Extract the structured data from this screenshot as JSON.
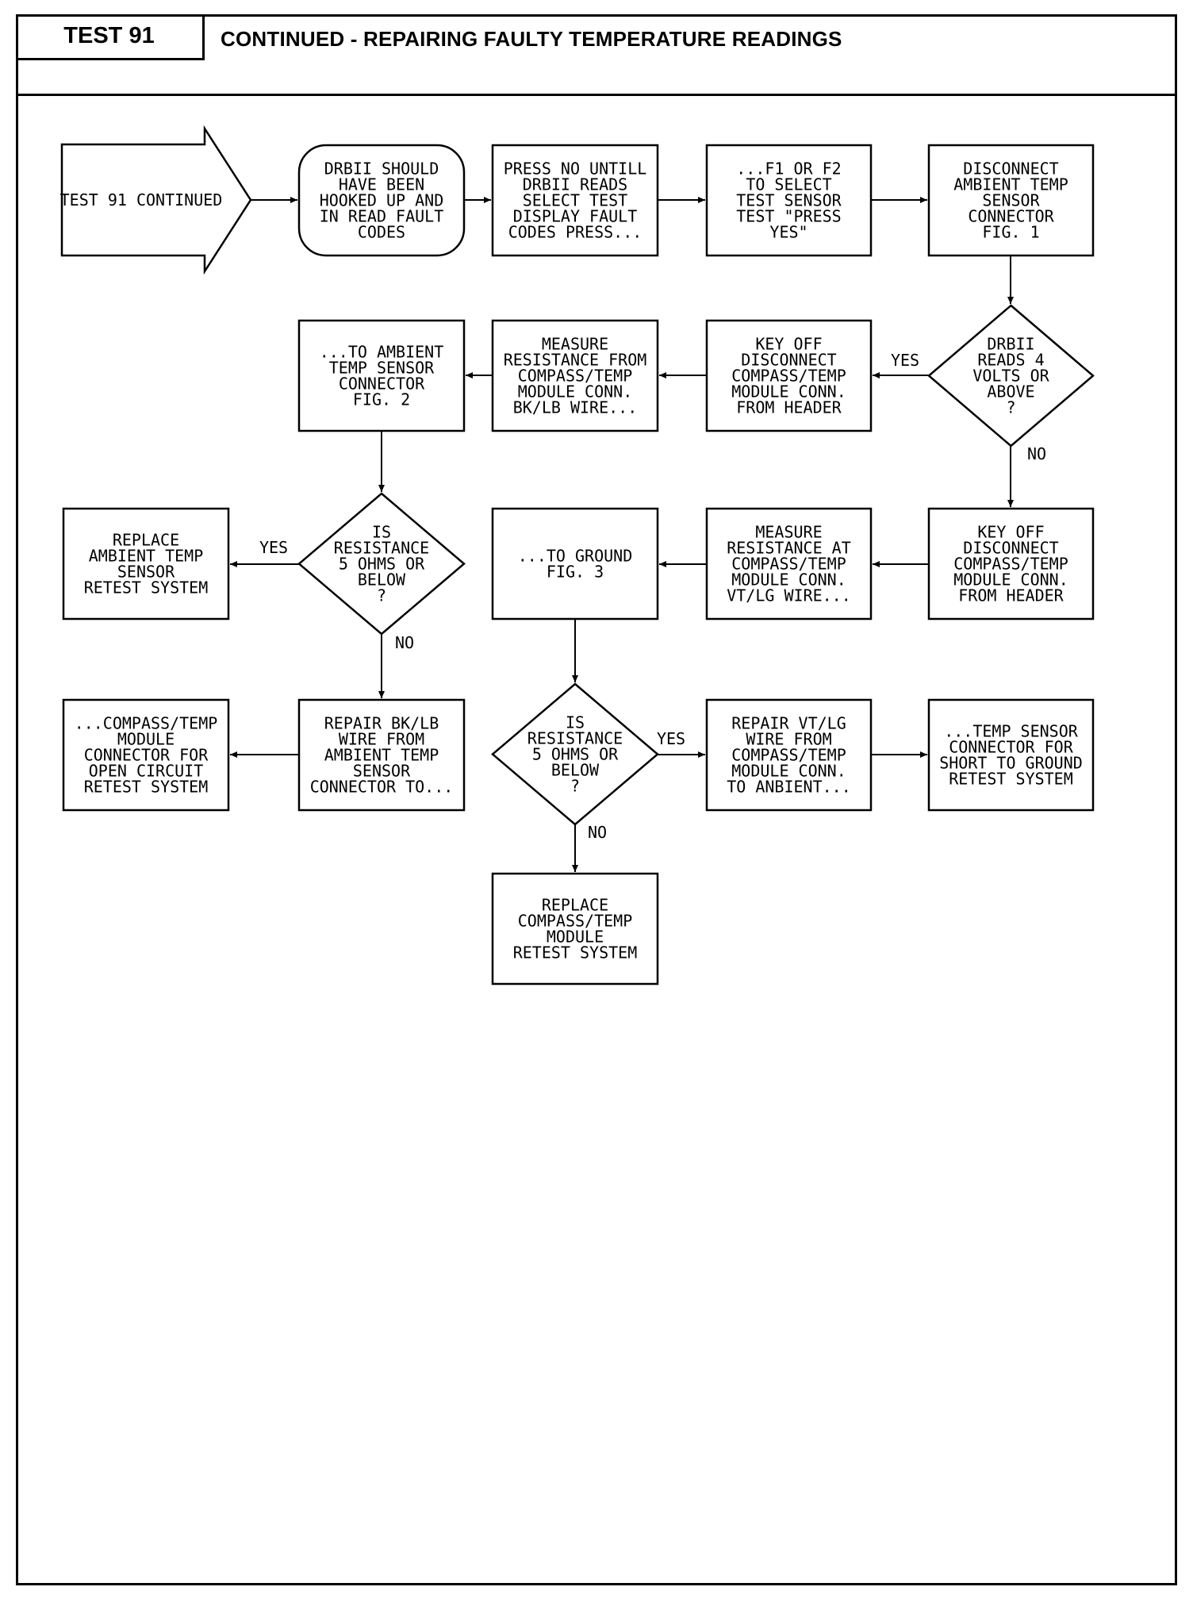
{
  "header": {
    "test_label": "TEST 91",
    "title": "CONTINUED - REPAIRING FAULTY TEMPERATURE READINGS"
  },
  "nodes": {
    "start": [
      "TEST 91 CONTINUED"
    ],
    "drbii_hooked": [
      "DRBII SHOULD",
      "HAVE BEEN",
      "HOOKED UP AND",
      "IN READ FAULT",
      "CODES"
    ],
    "press_no": [
      "PRESS NO UNTILL",
      "DRBII READS",
      "SELECT TEST",
      "DISPLAY FAULT",
      "CODES PRESS..."
    ],
    "f1_f2": [
      "...F1 OR F2",
      "TO SELECT",
      "TEST SENSOR",
      "TEST \"PRESS",
      "YES\""
    ],
    "disconnect_ambient": [
      "DISCONNECT",
      "AMBIENT TEMP",
      "SENSOR",
      "CONNECTOR",
      "FIG. 1"
    ],
    "drbii_4v": [
      "DRBII",
      "READS 4",
      "VOLTS OR",
      "ABOVE",
      "?"
    ],
    "key_off_1": [
      "KEY OFF",
      "DISCONNECT",
      "COMPASS/TEMP",
      "MODULE CONN.",
      "FROM HEADER"
    ],
    "measure_from": [
      "MEASURE",
      "RESISTANCE FROM",
      "COMPASS/TEMP",
      "MODULE CONN.",
      "BK/LB WIRE..."
    ],
    "to_ambient": [
      "...TO AMBIENT",
      "TEMP SENSOR",
      "CONNECTOR",
      "FIG. 2"
    ],
    "resist_1": [
      "IS",
      "RESISTANCE",
      "5 OHMS OR",
      "BELOW",
      "?"
    ],
    "replace_ambient": [
      "REPLACE",
      "AMBIENT TEMP",
      "SENSOR",
      "RETEST SYSTEM"
    ],
    "to_ground": [
      "...TO GROUND",
      "FIG. 3"
    ],
    "measure_at": [
      "MEASURE",
      "RESISTANCE AT",
      "COMPASS/TEMP",
      "MODULE CONN.",
      "VT/LG WIRE..."
    ],
    "key_off_2": [
      "KEY OFF",
      "DISCONNECT",
      "COMPASS/TEMP",
      "MODULE CONN.",
      "FROM HEADER"
    ],
    "compass_open": [
      "...COMPASS/TEMP",
      "MODULE",
      "CONNECTOR FOR",
      "OPEN CIRCUIT",
      "RETEST SYSTEM"
    ],
    "repair_bklb": [
      "REPAIR BK/LB",
      "WIRE FROM",
      "AMBIENT TEMP",
      "SENSOR",
      "CONNECTOR TO..."
    ],
    "resist_2": [
      "IS",
      "RESISTANCE",
      "5 OHMS OR",
      "BELOW",
      "?"
    ],
    "repair_vtlg": [
      "REPAIR VT/LG",
      "WIRE FROM",
      "COMPASS/TEMP",
      "MODULE CONN.",
      "TO ANBIENT..."
    ],
    "temp_short": [
      "...TEMP SENSOR",
      "CONNECTOR FOR",
      "SHORT TO GROUND",
      "RETEST SYSTEM"
    ],
    "replace_compass": [
      "REPLACE",
      "COMPASS/TEMP",
      "MODULE",
      "RETEST SYSTEM"
    ]
  },
  "edge_labels": {
    "yes_4v": "YES",
    "no_4v": "NO",
    "yes_r1": "YES",
    "no_r1": "NO",
    "yes_r2": "YES",
    "no_r2": "NO"
  }
}
